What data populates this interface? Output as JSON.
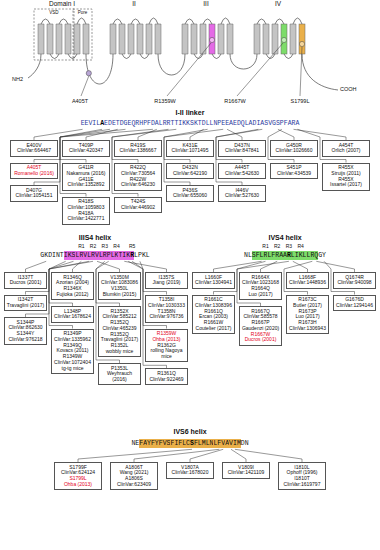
{
  "diagram": {
    "nodes": [
      {
        "text": [
          "E400V",
          "ClinVar:664467"
        ]
      },
      {
        "text": [
          "A405T",
          "Romanello (2016)"
        ]
      },
      {
        "text": [
          "D407G",
          "ClinVar:1054151"
        ]
      },
      {
        "text": [
          "T409P",
          "ClinVar:420347"
        ]
      },
      {
        "text": [
          "G411R",
          "Nakamura (2016)",
          "G411E",
          "ClinVar:1352892"
        ]
      },
      {
        "text": [
          "R418S",
          "ClinVar:1059803",
          "R418A",
          "ClinVar:1422771"
        ]
      },
      {
        "text": [
          "R419S",
          "ClinVar:1386667"
        ]
      },
      {
        "text": [
          "R422Q",
          "ClinVar:730564",
          "R422W",
          "ClinVar:646230"
        ]
      },
      {
        "text": [
          "T424S",
          "ClinVar:446902"
        ]
      },
      {
        "text": [
          "K431E",
          "ClinVar:1071495"
        ]
      },
      {
        "text": [
          "D432N",
          "ClinVar:642190"
        ]
      },
      {
        "text": [
          "P436S",
          "ClinVar:655060"
        ]
      },
      {
        "text": [
          "D437N",
          "ClinVar:847841"
        ]
      },
      {
        "text": [
          "A445T",
          "ClinVar:542630"
        ]
      },
      {
        "text": [
          "I446V",
          "ClinVar:527630"
        ]
      },
      {
        "text": [
          "G450R",
          "ClinVar:1026660"
        ]
      },
      {
        "text": [
          "S451P",
          "ClinVar:434539"
        ]
      },
      {
        "text": [
          "A454T",
          "Orlich (2007)"
        ]
      },
      {
        "text": [
          "R455X",
          "Struijs (2011)",
          "R455X",
          "Issartel (2017)"
        ]
      },
      {
        "text": [
          "I1337T",
          "Ducros (2001)"
        ]
      },
      {
        "text": [
          "I1342T",
          "Travaglini (2017)"
        ]
      },
      {
        "text": [
          "S1344P",
          "ClinVar:862630",
          "S1344Y",
          "ClinVar:976218"
        ]
      },
      {
        "text": [
          "R1346Q",
          "Azorian (2004)",
          "R1346X",
          "Fujioka (2012)"
        ]
      },
      {
        "text": [
          "L1348P",
          "ClinVar:1678624"
        ]
      },
      {
        "text": [
          "R1349P",
          "ClinVar:1335962",
          "R1349Q",
          "Kovacs (2011)",
          "R1349W",
          "ClinVar:1072404",
          "tg-tg mice"
        ]
      },
      {
        "text": [
          "V1350M",
          "ClinVar:1083086",
          "V1350L",
          "Blumkin (2015)"
        ]
      },
      {
        "text": [
          "R1352X",
          "ClinVar:585212",
          "R1352Q",
          "ClinVar:465239",
          "R1352Q",
          "Travaglini (2017)",
          "R1352L",
          "wobbly mice"
        ]
      },
      {
        "text": [
          "P1353L",
          "Weyhrauch (2016)"
        ]
      },
      {
        "text": [
          "I1357S",
          "Jiang (2019)"
        ]
      },
      {
        "text": [
          "T1358I",
          "ClinVar:1030333",
          "T1358N",
          "ClinVar:976736"
        ]
      },
      {
        "text": [
          "R1359W",
          "Ohba (2013)",
          "R1362G",
          "rolling Nagoya mice"
        ]
      },
      {
        "text": [
          "R1361Q",
          "ClinVar:922469"
        ]
      },
      {
        "text": [
          "L1660F",
          "ClinVar:1304941"
        ]
      },
      {
        "text": [
          "R1661C",
          "ClinVar:1308396",
          "R1661Q",
          "Ercan (2003)",
          "R1661W",
          "Coutelier (2017)"
        ]
      },
      {
        "text": [
          "R1664X",
          "ClinVar:1023168",
          "R1664Q",
          "Luo (2017)"
        ]
      },
      {
        "text": [
          "R1667Q",
          "ClinVar:585578",
          "R1667P",
          "Gaudenzi (2020)",
          "R1667W",
          "Ducros (2001)"
        ]
      },
      {
        "text": [
          "L1668F",
          "ClinVar:1448936"
        ]
      },
      {
        "text": [
          "R1673C",
          "Butler (2017)",
          "R1673P",
          "Luo (2017)",
          "R1673H",
          "ClinVar:1306943"
        ]
      },
      {
        "text": [
          "Q1674R",
          "ClinVar:940098"
        ]
      },
      {
        "text": [
          "G1676D",
          "ClinVar:1294146"
        ]
      },
      {
        "text": [
          "S1799F",
          "ClinVar:624124",
          "S1799L",
          "Ohba (2013)"
        ]
      },
      {
        "text": [
          "A1806T",
          "Wang (2021)",
          "A1806S",
          "ClinVar:623409"
        ]
      },
      {
        "text": [
          "V1807A",
          "ClinVar:1678020"
        ]
      },
      {
        "text": [
          "V1809I",
          "ClinVar:1421109"
        ]
      },
      {
        "text": [
          "I1810L",
          "Ophoff (1996)",
          "I1810T",
          "ClinVar:1619797"
        ]
      }
    ],
    "labels": [
      "Domain I",
      "II",
      "III",
      "IV",
      "VSD",
      "Pore",
      "NH2",
      "COOH",
      "A405T",
      "R1359W",
      "R1667W",
      "S1799L",
      "I-II linker",
      "EEVILAEDETDGEQRHPFDALRRTTIKKSKTDLLNPEEAEDQLADIASVGSPFARA",
      "IIIS4 helix",
      "R1",
      "R2",
      "R3",
      "R4",
      "R5",
      "GKDINTIKSLRVLRVLRPLKTIKRLPKL",
      "IVS4 helix",
      "R1",
      "R2",
      "R3",
      "R4",
      "NLSFLRLFRAARLIKLLRQGY",
      "IVS6 helix",
      "NEFAYFYFVSFIFLCSFLMLNLFVAVIMDN"
    ]
  }
}
